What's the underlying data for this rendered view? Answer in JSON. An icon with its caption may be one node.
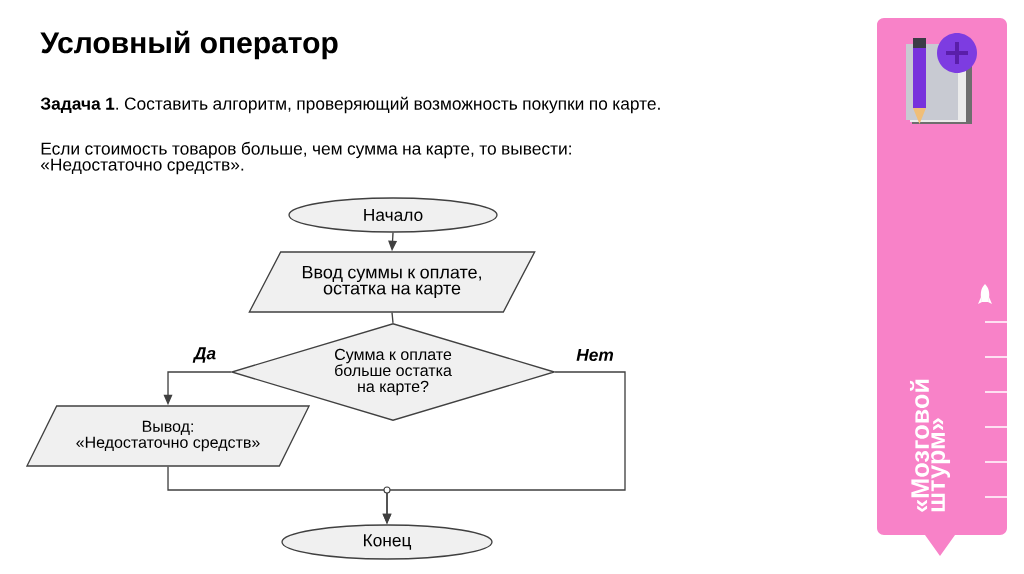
{
  "diagram": {
    "title": "Условный оператор",
    "nodes": [
      {
        "text": [
          "Начало"
        ]
      },
      {
        "text": [
          "Ввод суммы к оплате, остатка на карте"
        ]
      },
      {
        "text": [
          "Сумма к оплате больше остатка на карте?"
        ]
      },
      {
        "text": [
          "Вывод:",
          "«Недостаточно средств»"
        ]
      },
      {
        "text": [
          "Конец"
        ]
      },
      {
        "text": [
          "«Мозговой штурм»"
        ]
      }
    ],
    "edges": [
      {
        "from": 0,
        "to": 1,
        "arrow": "to"
      },
      {
        "from": 1,
        "to": 2,
        "arrow": "none"
      },
      {
        "from": 2,
        "to": 3,
        "arrow": "to",
        "label": "Да"
      },
      {
        "from": 3,
        "to": 4,
        "arrow": "to"
      },
      {
        "from": 2,
        "to": 4,
        "arrow": "to",
        "label": "Нет"
      }
    ],
    "labels": [
      "**Задача 1**. Составить алгоритм, проверяющий возможность покупки по карте.",
      "Если стоимость товаров больше, чем сумма на карте, то вывести: «Недостаточно средств»."
    ]
  }
}
